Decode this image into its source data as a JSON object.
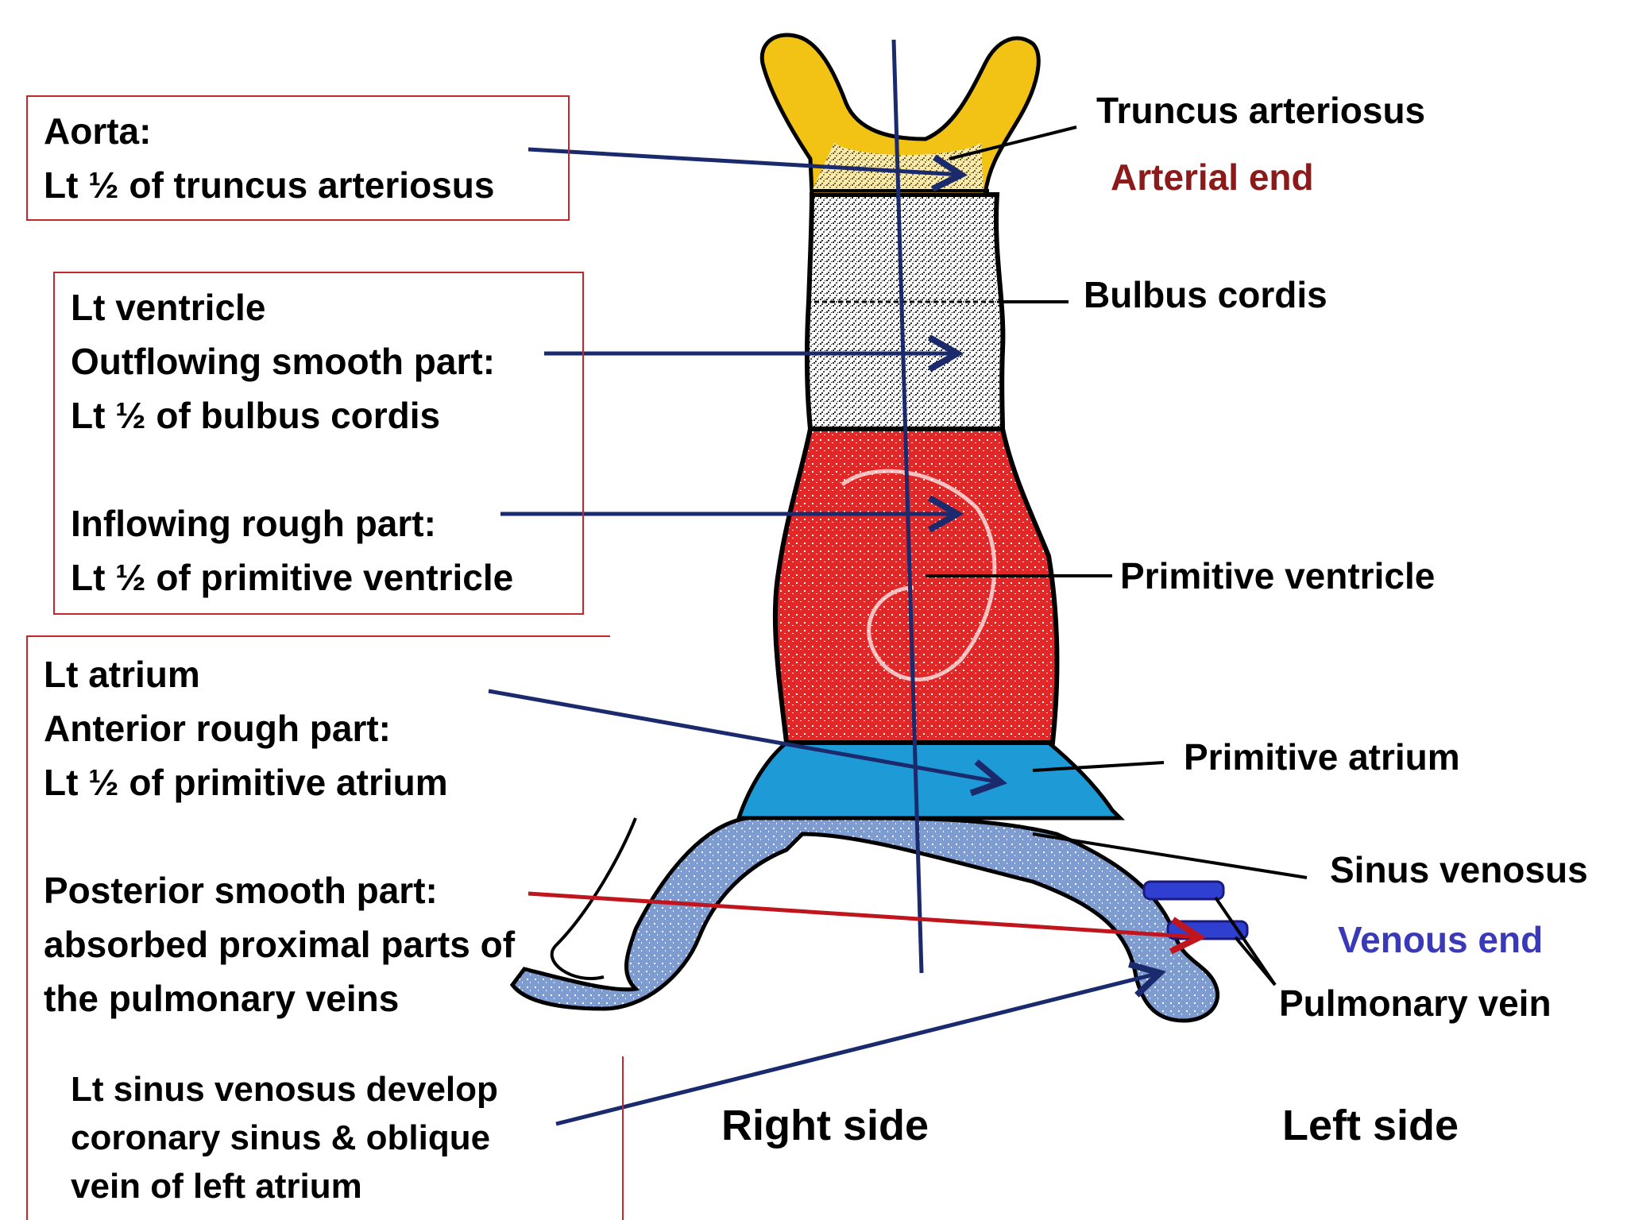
{
  "colors": {
    "box_border": "#c0282d",
    "arrow_navy": "#1a2a6c",
    "arrow_red": "#c0151d",
    "arterial_end": "#8b1a1a",
    "venous_end": "#3a3ab8",
    "truncus_fill": "#f2c314",
    "ventricle_fill": "#e02828",
    "atrium_fill": "#1e9ad6",
    "sinus_fill": "#7e9ccf",
    "pulmonary_vein_fill": "#2f3fd0"
  },
  "boxes": {
    "aorta": {
      "title": "Aorta:",
      "line1": "Lt ½ of truncus arteriosus"
    },
    "ventricle": {
      "title": "Lt ventricle",
      "outflow_heading": "Outflowing smooth part:",
      "outflow_detail": "Lt ½ of bulbus cordis",
      "inflow_heading": "Inflowing rough part:",
      "inflow_detail": " Lt ½ of primitive ventricle"
    },
    "atrium": {
      "title": "Lt atrium",
      "anterior_heading": "Anterior rough part:",
      "anterior_detail": "Lt ½ of primitive atrium",
      "posterior_heading": " Posterior smooth part:",
      "posterior_line1": "absorbed proximal parts of",
      "posterior_line2": "the pulmonary veins"
    },
    "sinus": {
      "line1": "Lt sinus venosus develop",
      "line2": "coronary sinus & oblique",
      "line3": "vein of left atrium"
    }
  },
  "labels": {
    "truncus_arteriosus": "Truncus arteriosus",
    "arterial_end": "Arterial end",
    "bulbus_cordis": "Bulbus cordis",
    "primitive_ventricle": "Primitive ventricle",
    "primitive_atrium": "Primitive atrium",
    "sinus_venosus": "Sinus venosus",
    "venous_end": "Venous end",
    "pulmonary_vein": "Pulmonary vein",
    "right_side": "Right side",
    "left_side": "Left side"
  }
}
